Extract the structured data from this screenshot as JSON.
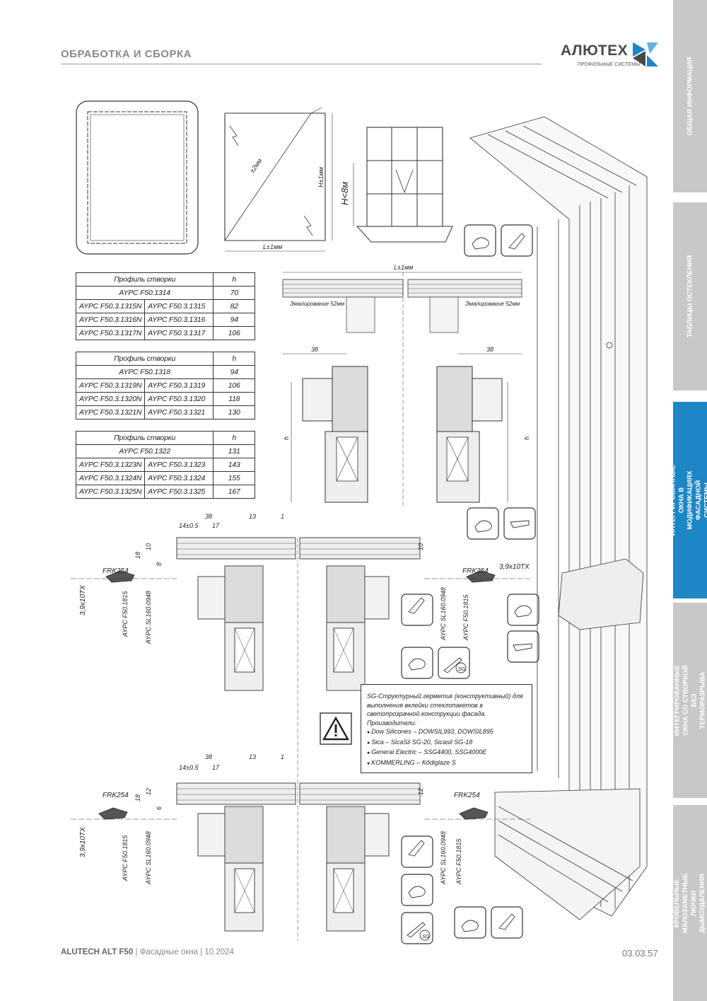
{
  "header": {
    "title": "ОБРАБОТКА И СБОРКА",
    "logo_name": "АЛЮТЕХ",
    "logo_sub": "ПРОФИЛЬНЫЕ СИСТЕМЫ"
  },
  "side_tabs": [
    {
      "label": "ОБЩАЯ ИНФОРМАЦИЯ"
    },
    {
      "label": "ТАБЛИЦЫ ОСТЕКЛЕНИЯ"
    },
    {
      "label": "ИНТЕГРИРОВАННЫЕ ОКНА В МОДИФИКАЦИЯХ ФАСАДНОЙ СИСТЕМЫ"
    },
    {
      "label": "ИНТЕГРИРОВАННЫЕ ОКНА СО СТВОРКОЙ БЕЗ ТЕРМОРАЗРЫВА"
    },
    {
      "label": "КРОВЕЛЬНЫЕ МАЛОЗАМЕТНЫЕ ЛЮЧКИ ДЫМОУДАЛЕНИЯ"
    }
  ],
  "colors": {
    "active_tab": "#1c86c6",
    "inactive_tab": "#c8c8c8"
  },
  "tables": [
    {
      "header": "Профиль створки",
      "h_label": "h",
      "single": {
        "code": "AYPC F50.1314",
        "h": "70"
      },
      "rows": [
        {
          "a": "AYPC F50.3.1315N",
          "b": "AYPC F50.3.1315",
          "h": "82"
        },
        {
          "a": "AYPC F50.3.1316N",
          "b": "AYPC F50.3.1316",
          "h": "94"
        },
        {
          "a": "AYPC F50.3.1317N",
          "b": "AYPC F50.3.1317",
          "h": "106"
        }
      ]
    },
    {
      "header": "Профиль створки",
      "h_label": "h",
      "single": {
        "code": "AYPC F50.1318",
        "h": "94"
      },
      "rows": [
        {
          "a": "AYPC F50.3.1319N",
          "b": "AYPC F50.3.1319",
          "h": "106"
        },
        {
          "a": "AYPC F50.3.1320N",
          "b": "AYPC F50.3.1320",
          "h": "118"
        },
        {
          "a": "AYPC F50.3.1321N",
          "b": "AYPC F50.3.1321",
          "h": "130"
        }
      ]
    },
    {
      "header": "Профиль створки",
      "h_label": "h",
      "single": {
        "code": "AYPC F50.1322",
        "h": "131"
      },
      "rows": [
        {
          "a": "AYPC F50.3.1323N",
          "b": "AYPC F50.3.1323",
          "h": "143"
        },
        {
          "a": "AYPC F50.3.1324N",
          "b": "AYPC F50.3.1324",
          "h": "155"
        },
        {
          "a": "AYPC F50.3.1325N",
          "b": "AYPC F50.3.1325",
          "h": "167"
        }
      ]
    }
  ],
  "drawing": {
    "diag": "±2мм",
    "h_tol": "H±1мм",
    "l_tol": "L±1мм",
    "h_lt": "H<8м",
    "l_tol_top": "L±1мм",
    "enamel_left": "Эмалирование 52мм",
    "enamel_right": "Эмалирование 52мм",
    "dim_38_left": "38",
    "dim_38_right": "38",
    "h": "h",
    "dim_38": "38",
    "dim_13": "13",
    "dim_1": "1",
    "dim_14": "14±0.5",
    "dim_17": "17",
    "dim_18": "18",
    "dim_10": "10",
    "dim_8": "8",
    "dim_12": "12",
    "dim_6": "6",
    "frk": "FRK254",
    "screw": "3,9x10TX",
    "f1815": "AYPC F50.1815",
    "sl": "AYPC SL160.0948",
    "sg": "SG"
  },
  "note": {
    "text": "SG-Структурный герметик (конструктивный) для выполнения вклейки стеклопакетов в светопрозрачной конструкции фасада.",
    "manufacturers_label": "Производители:",
    "items": [
      "Dow Silicones – DOWSIL993, DOWSIL895",
      "Sica – SicaSil SG-20, Sicasil SG-18",
      "General Electric – SSG4400, SSG4000E",
      "KOMMERLING – Kődiglaze S"
    ]
  },
  "footer": {
    "brand": "ALUTECH ALT F50",
    "info": "| Фасадные окна | 10.2024",
    "page": "03.03.57"
  }
}
